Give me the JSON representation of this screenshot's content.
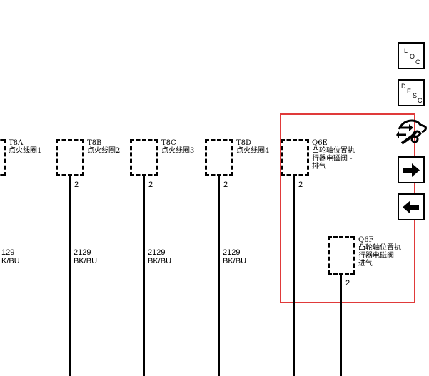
{
  "connectors": [
    {
      "id": "T8A",
      "desc": "点火线圈1",
      "pin": "",
      "wire_num": "129",
      "wire_color": "K/BU"
    },
    {
      "id": "T8B",
      "desc": "点火线圈2",
      "pin": "2",
      "wire_num": "2129",
      "wire_color": "BK/BU"
    },
    {
      "id": "T8C",
      "desc": "点火线圈3",
      "pin": "2",
      "wire_num": "2129",
      "wire_color": "BK/BU"
    },
    {
      "id": "T8D",
      "desc": "点火线圈4",
      "pin": "2",
      "wire_num": "2129",
      "wire_color": "BK/BU"
    },
    {
      "id": "Q6E",
      "desc": "凸轮轴位置执\n行器电磁阀 -\n排气",
      "pin": "2"
    },
    {
      "id": "Q6F",
      "desc": "凸轮轴位置执\n行器电磁阀\n进气",
      "pin": "2"
    }
  ],
  "sidebar": {
    "loc_button": [
      "L",
      "O",
      "C"
    ],
    "desc_button": [
      "D",
      "E",
      "S",
      "C"
    ],
    "icons": [
      "vehicle-tool-icon",
      "arrow-right-icon",
      "arrow-left-icon"
    ]
  },
  "colors": {
    "highlight": "#e03a3a",
    "line": "#000000"
  }
}
